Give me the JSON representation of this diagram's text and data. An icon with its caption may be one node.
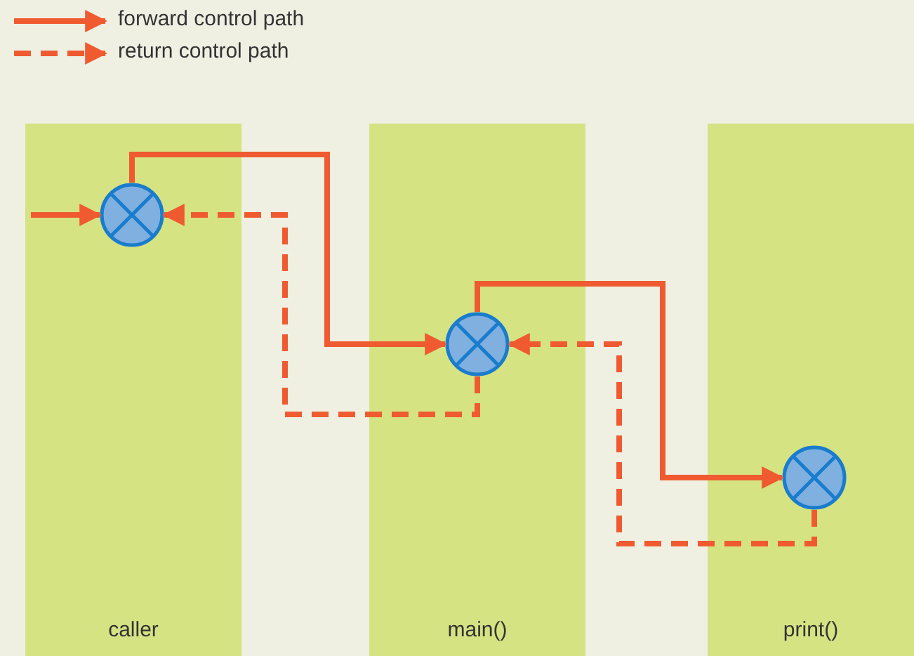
{
  "diagram": {
    "nodes": [
      {
        "text": [
          "caller"
        ]
      },
      {
        "text": [],
        "shape": "circle",
        "in": 0
      },
      {
        "text": [
          "main()"
        ]
      },
      {
        "text": [],
        "shape": "circle",
        "in": 2
      },
      {
        "text": [
          "print()"
        ]
      },
      {
        "text": [],
        "shape": "circle",
        "in": 4
      }
    ],
    "edges": [
      {
        "from": null,
        "to": 1,
        "arrow": "to"
      },
      {
        "from": 1,
        "to": 3,
        "arrow": "to"
      },
      {
        "from": 3,
        "to": 5,
        "arrow": "to"
      },
      {
        "from": 5,
        "to": 3,
        "arrow": "to",
        "style": "dashed"
      },
      {
        "from": 3,
        "to": 1,
        "arrow": "to",
        "style": "dashed"
      }
    ],
    "legend": [
      {
        "text": "forward control path"
      },
      {
        "text": "return control path"
      }
    ]
  }
}
